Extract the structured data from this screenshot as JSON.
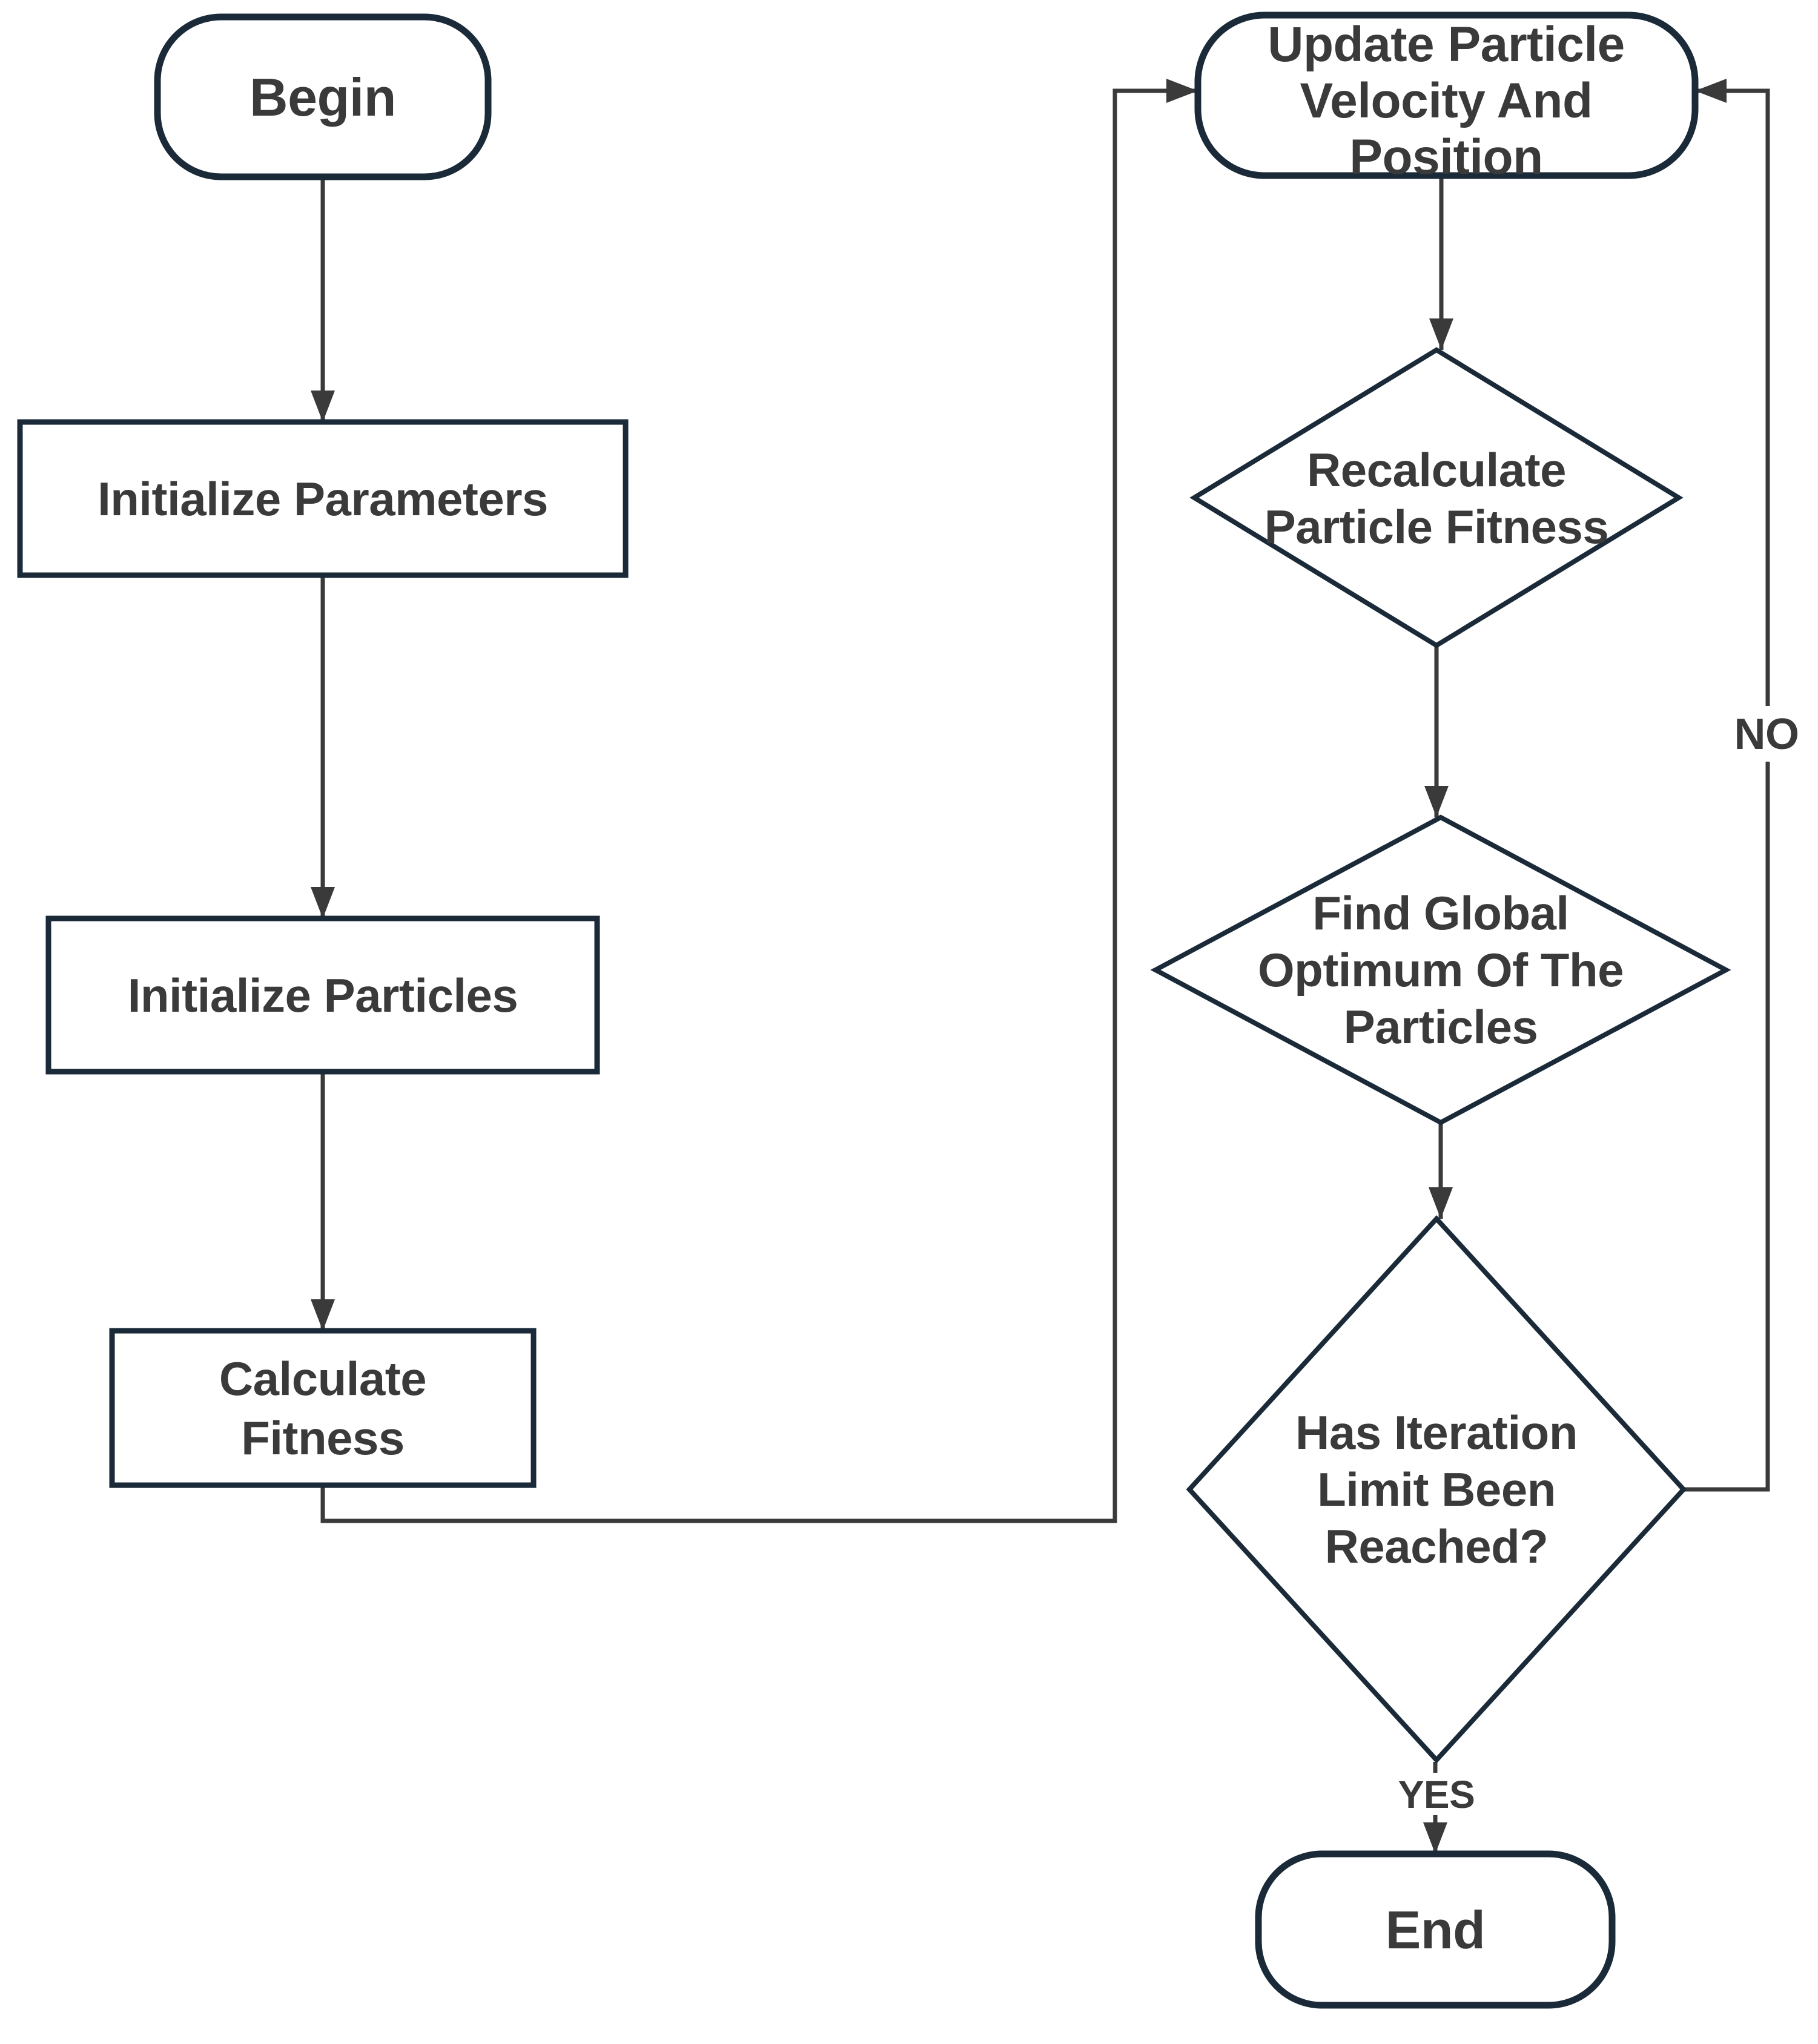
{
  "colors": {
    "shape_border": "#1b2a38",
    "connector": "#3a3a3a",
    "text": "#3a3a3a",
    "background": "#ffffff"
  },
  "nodes": {
    "begin": {
      "type": "terminator",
      "label": "Begin"
    },
    "initialize_parameters": {
      "type": "process",
      "label": "Initialize Parameters"
    },
    "initialize_particles": {
      "type": "process",
      "label": "Initialize Particles"
    },
    "calculate_fitness": {
      "type": "process",
      "lines": [
        "Calculate",
        "Fitness"
      ]
    },
    "update_particle": {
      "type": "terminator",
      "lines": [
        "Update Particle",
        "Velocity And",
        "Position"
      ]
    },
    "recalculate_fitness": {
      "type": "decision",
      "lines": [
        "Recalculate",
        "Particle Fitness"
      ]
    },
    "find_global_optimum": {
      "type": "decision",
      "lines": [
        "Find Global",
        "Optimum Of The",
        "Particles"
      ]
    },
    "iteration_limit": {
      "type": "decision",
      "lines": [
        "Has Iteration",
        "Limit Been",
        "Reached?"
      ]
    },
    "end": {
      "type": "terminator",
      "label": "End"
    }
  },
  "edge_labels": {
    "yes": "YES",
    "no": "NO"
  }
}
